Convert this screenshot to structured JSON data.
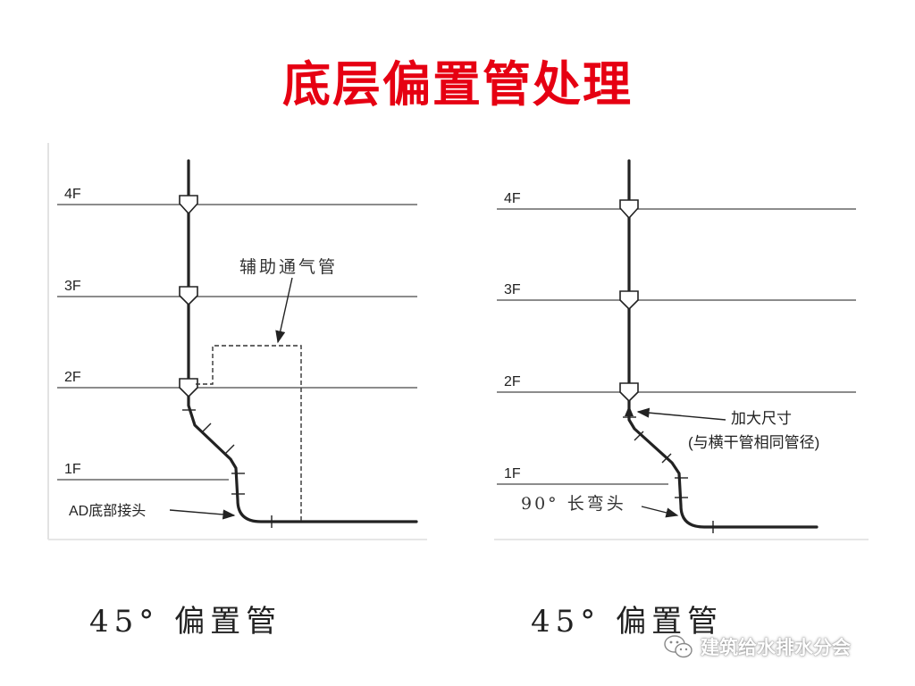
{
  "title": "底层偏置管处理",
  "left": {
    "floors": [
      "4F",
      "3F",
      "2F",
      "1F"
    ],
    "vent_label": "辅助通气管",
    "bottom_label": "AD底部接头",
    "caption": "45° 偏置管"
  },
  "right": {
    "floors": [
      "4F",
      "3F",
      "2F",
      "1F"
    ],
    "enlarge_label": "加大尺寸",
    "enlarge_note": "(与横干管相同管径)",
    "elbow_label": "90° 长弯头",
    "caption": "45° 偏置管"
  },
  "watermark": {
    "text": "建筑给水排水分会",
    "icon": "wechat-icon"
  },
  "colors": {
    "title": "#e60012",
    "line": "#222222"
  }
}
